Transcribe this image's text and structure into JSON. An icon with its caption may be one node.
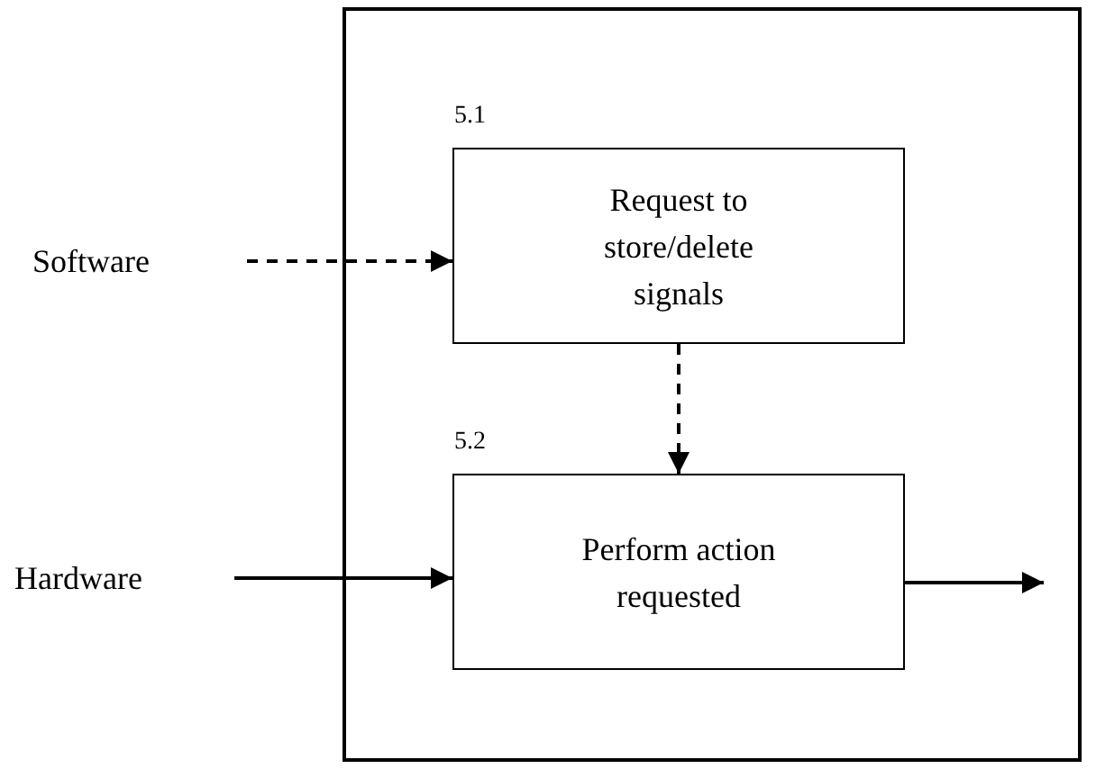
{
  "diagram": {
    "nodes": [
      {
        "text": [],
        "shape": "box"
      },
      {
        "text": [
          "5.1",
          "Request to store/delete signals"
        ],
        "in": 0
      },
      {
        "text": [
          "5.2",
          "Perform action requested"
        ],
        "in": 0
      },
      {
        "text": [
          "Software"
        ]
      },
      {
        "text": [
          "Hardware"
        ]
      }
    ],
    "edges": [
      {
        "from": 3,
        "to": 1,
        "arrow": "to",
        "style": "dashed"
      },
      {
        "from": 1,
        "to": 2,
        "arrow": "to",
        "style": "dashed"
      },
      {
        "from": 4,
        "to": 2,
        "arrow": "to"
      },
      {
        "from": 2,
        "to": null,
        "arrow": "to"
      }
    ]
  }
}
